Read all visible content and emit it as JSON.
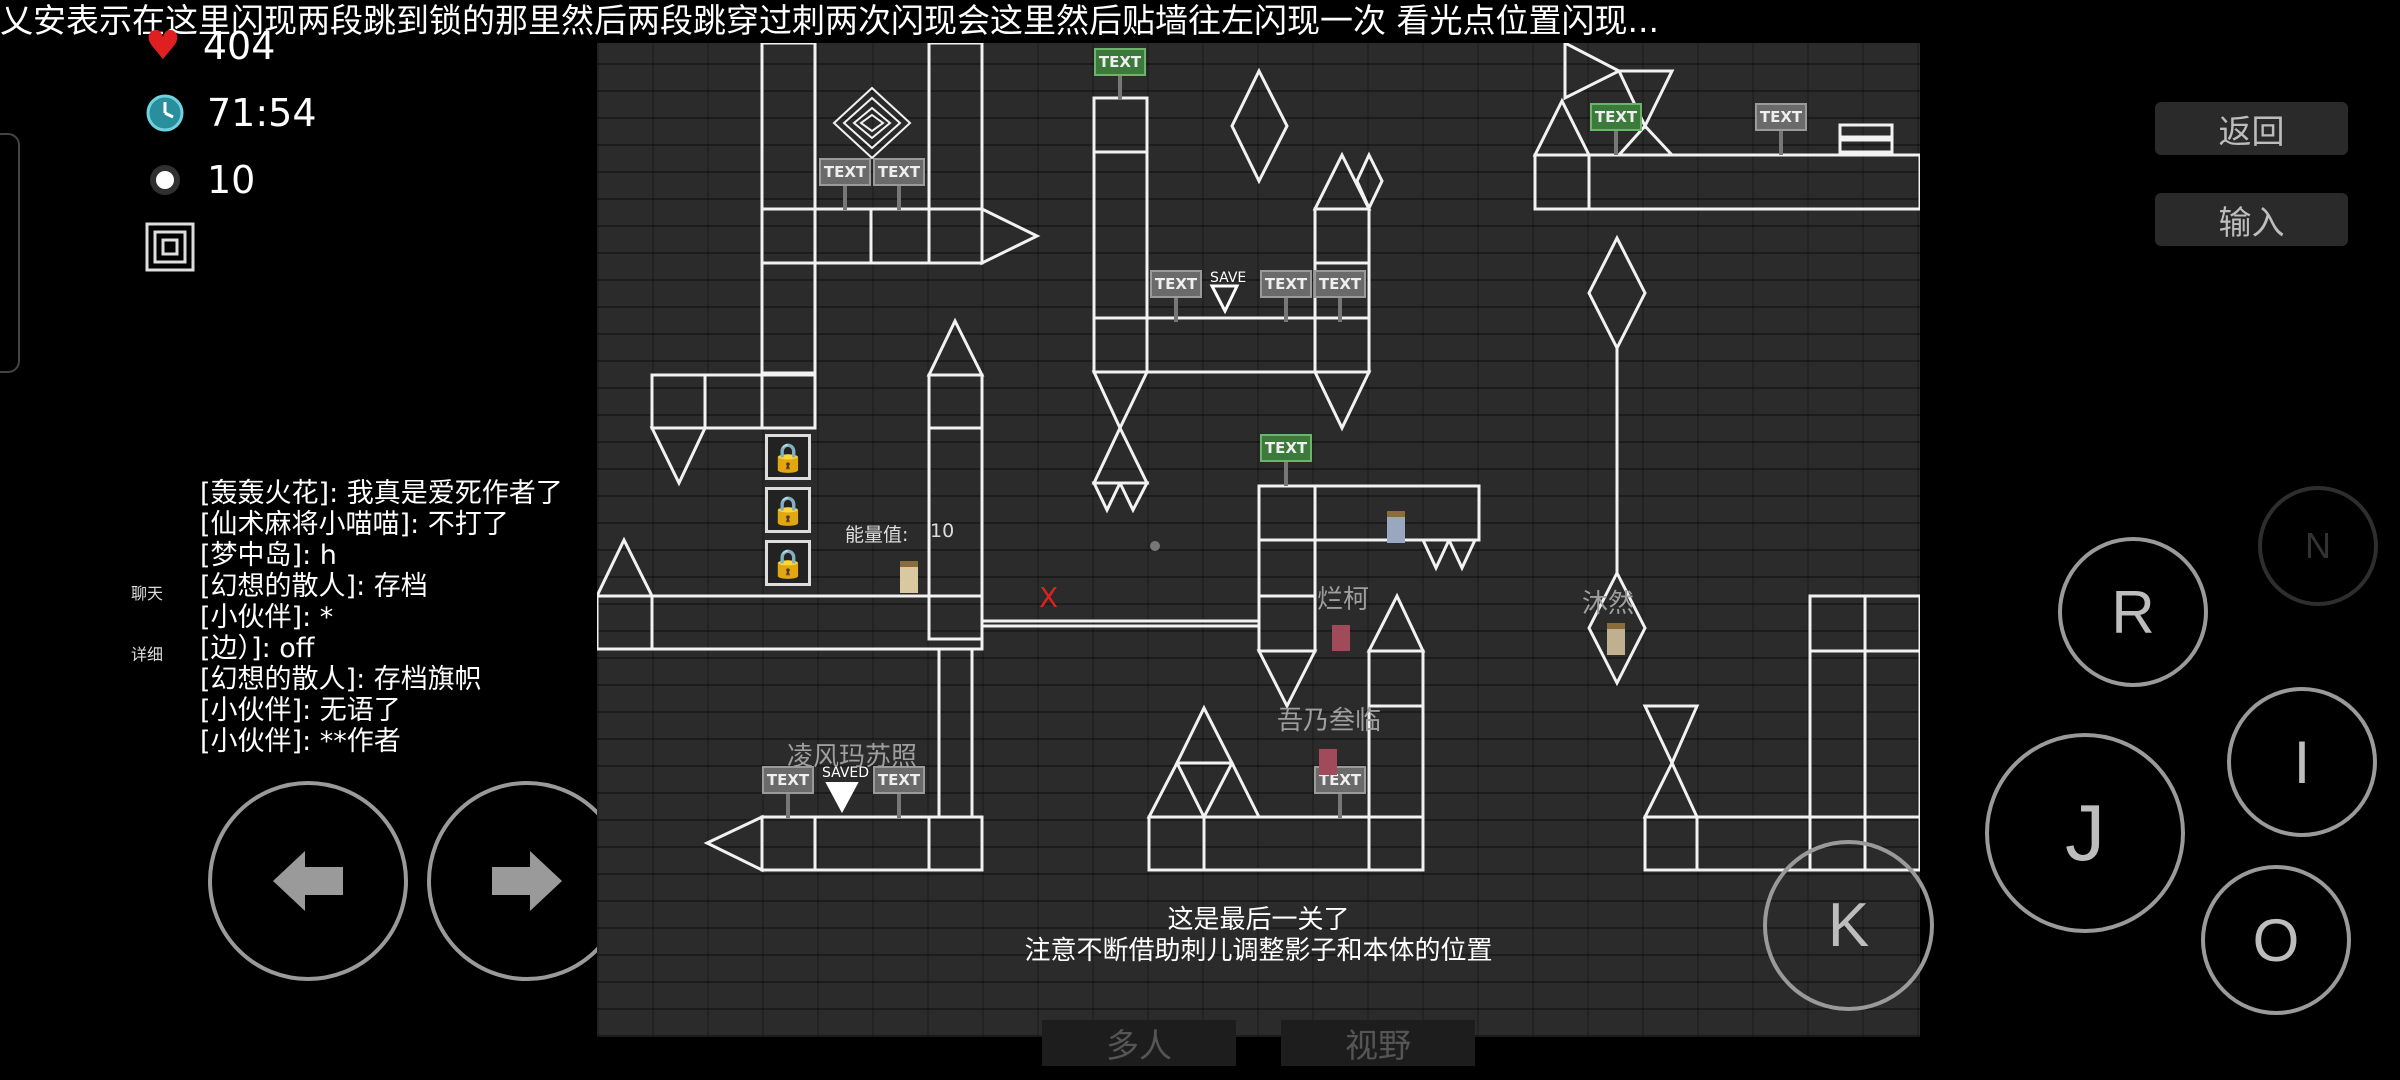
{
  "top_message": "乂安表示在这里闪现两段跳到锁的那里然后两段跳穿过刺两次闪现会这里然后贴墙往左闪现一次 看光点位置闪现...",
  "hud": {
    "health": "404",
    "time": "71:54",
    "points": "10"
  },
  "chat": {
    "tab_chat": "聊天",
    "tab_detail": "详细",
    "messages": [
      "[轰轰火花]: 我真是爱死作者了",
      "[仙术麻将小喵喵]: 不打了",
      "[梦中岛]: h",
      "[幻想的散人]: 存档",
      "[小伙伴]: *",
      "[边）]: off",
      "[幻想的散人]: 存档旗帜",
      "[小伙伴]: 无语了",
      "[小伙伴]: **作者"
    ]
  },
  "controls": {
    "left_arrow": "←",
    "right_arrow": "→",
    "r": "R",
    "j": "J",
    "k": "K",
    "i": "I",
    "o": "O",
    "n": "N",
    "back": "返回",
    "input": "输入",
    "multiplayer": "多人",
    "view": "视野"
  },
  "game": {
    "sign_text": "TEXT",
    "save_label": "SAVE",
    "saved_label": "SAVED",
    "energy_label": "能量值:",
    "energy_value": "10",
    "x_mark": "X",
    "players": [
      "凌风玛苏照",
      "烂柯",
      "吾乃叁临",
      "沐然"
    ],
    "tip_line1": "这是最后一关了",
    "tip_line2": "注意不断借助刺儿调整影子和本体的位置"
  },
  "colors": {
    "background": "#000000",
    "game_bg": "#2b2b2b",
    "outline": "#ffffff",
    "heart": "#e02020",
    "clock": "#3aa6b5",
    "sign_green": "#3c7a3c"
  }
}
